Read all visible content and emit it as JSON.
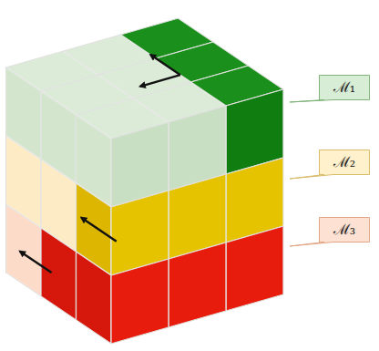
{
  "diagram": {
    "nodes": [
      {
        "text": [
          "ℳ₁"
        ]
      },
      {
        "text": [
          "ℳ₂"
        ]
      },
      {
        "text": [
          "ℳ₃"
        ]
      }
    ]
  }
}
